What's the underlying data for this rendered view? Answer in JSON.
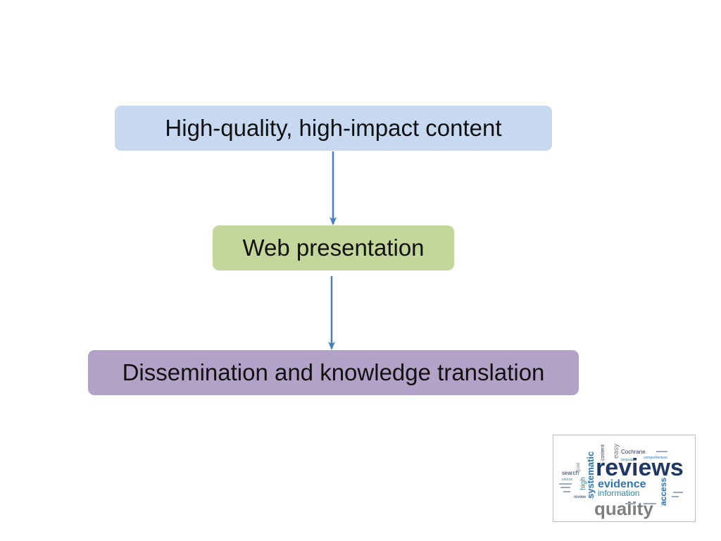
{
  "colors": {
    "top_fill": "#c6d9f1",
    "mid_fill": "#c4d79b",
    "bot_fill": "#b3a2c7",
    "arrow": "#4a7ebb",
    "cloud_navy": "#1f3864",
    "cloud_blue": "#2e75b6",
    "cloud_teal": "#31869b",
    "cloud_gray": "#7f7f7f"
  },
  "nodes": {
    "top": {
      "label": "High-quality, high-impact content"
    },
    "mid": {
      "label": "Web presentation"
    },
    "bottom": {
      "label": "Dissemination and knowledge translation"
    }
  },
  "word_cloud": {
    "words": {
      "reviews": "reviews",
      "evidence": "evidence",
      "information": "information",
      "quality": "quality",
      "systematic": "systematic",
      "high": "high",
      "access": "access",
      "cochrane": "Cochrane",
      "easy": "easy",
      "content": "content",
      "search": "search",
      "good": "good",
      "review": "review",
      "comprehensive": "comprehensive",
      "language": "language",
      "source": "source"
    }
  }
}
